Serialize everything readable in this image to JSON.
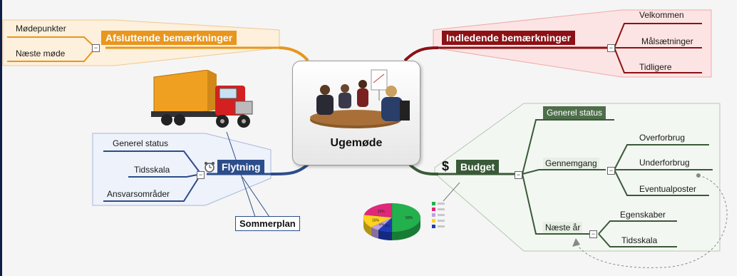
{
  "central": {
    "title": "Ugemøde",
    "image": "meeting-people-illustration"
  },
  "branches": {
    "afsluttende": {
      "title": "Afsluttende bemærkninger",
      "color": "#e8961e",
      "children": [
        "Mødepunkter",
        "Næste møde"
      ]
    },
    "indledende": {
      "title": "Indledende bemærkninger",
      "color": "#8b1116",
      "children": [
        "Velkommen",
        "Målsætninger",
        "Tidligere"
      ]
    },
    "flytning": {
      "title": "Flytning",
      "color": "#2c4d8a",
      "icon": "alarm-clock-icon",
      "image": "truck-illustration",
      "children": [
        "Generel status",
        "Tidsskala",
        "Ansvarsområder"
      ]
    },
    "budget": {
      "title": "Budget",
      "symbol": "$",
      "color": "#3a5a37",
      "children": [
        {
          "title": "Generel status",
          "children": []
        },
        {
          "title": "Gennemgang",
          "children": [
            "Overforbrug",
            "Underforbrug",
            "Eventualposter"
          ]
        },
        {
          "title": "Næste år",
          "children": [
            "Egenskaber",
            "Tidsskala"
          ]
        }
      ]
    }
  },
  "callout": {
    "text": "Sommerplan"
  },
  "collapse_symbol": "−",
  "chart_data": {
    "type": "pie",
    "slices": [
      {
        "value": 50,
        "label": "50%",
        "color": "#22b14c"
      },
      {
        "value": 8,
        "label": "8%",
        "color": "#1f3ab8"
      },
      {
        "value": 5,
        "label": "5%",
        "color": "#c0a0e0"
      },
      {
        "value": 15,
        "label": "15%",
        "color": "#ffd21e"
      },
      {
        "value": 22,
        "label": "22%",
        "color": "#e0287a"
      }
    ],
    "legend_colors": [
      "#22b14c",
      "#e0287a",
      "#c0a0e0",
      "#ffd21e",
      "#1f3ab8"
    ],
    "legend_placement": "right"
  }
}
